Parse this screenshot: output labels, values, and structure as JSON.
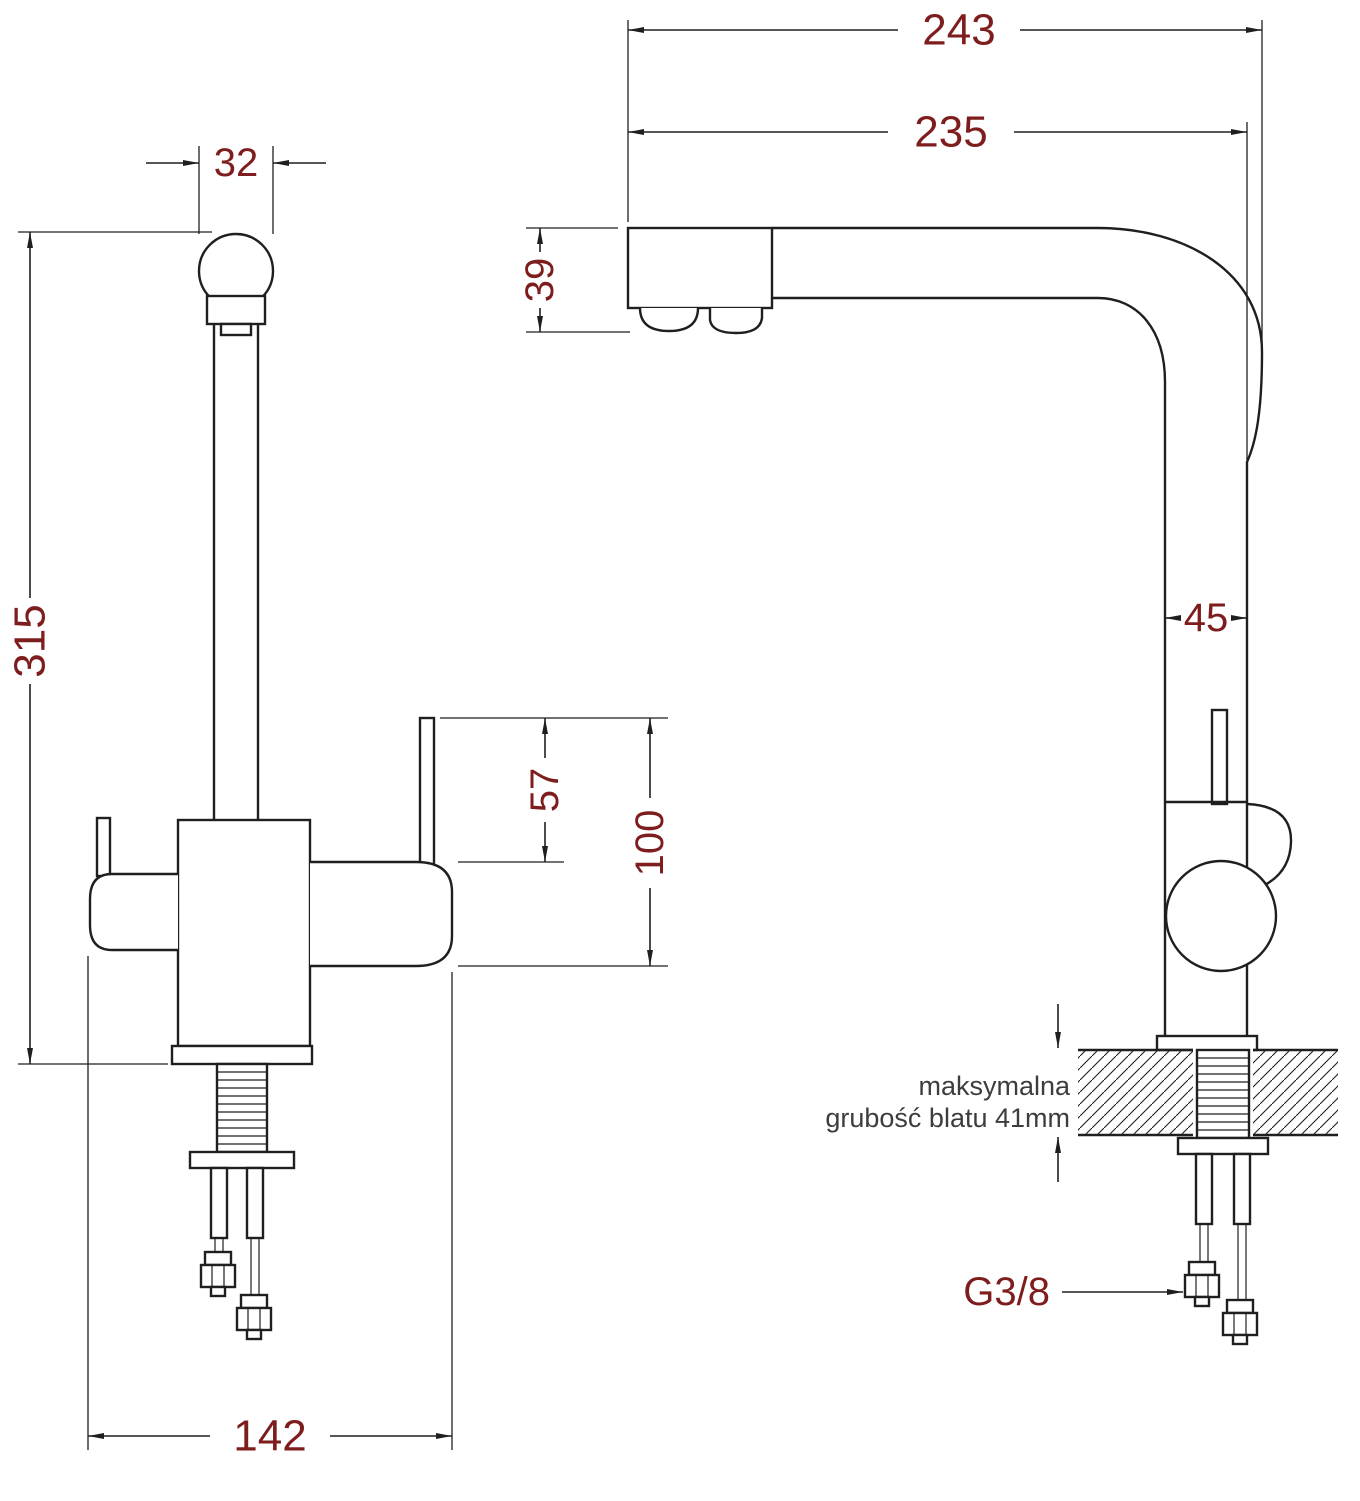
{
  "diagram": {
    "type": "technical-drawing",
    "subject": "kitchen faucet dimensional drawing, front view and side view",
    "colors": {
      "line": "#1f1f1f",
      "dimension_text": "#7e1d1d",
      "note_text": "#3d3d3d",
      "background": "#ffffff"
    },
    "front_view": {
      "spout_width": "32",
      "total_height": "315",
      "lever_height": "57",
      "lever_total_height": "100",
      "base_width": "142"
    },
    "side_view": {
      "total_depth": "243",
      "spout_reach": "235",
      "spout_head_height": "39",
      "column_width": "45",
      "note_line1": "maksymalna",
      "note_line2": "grubość blatu 41mm",
      "thread_size": "G3/8"
    }
  }
}
